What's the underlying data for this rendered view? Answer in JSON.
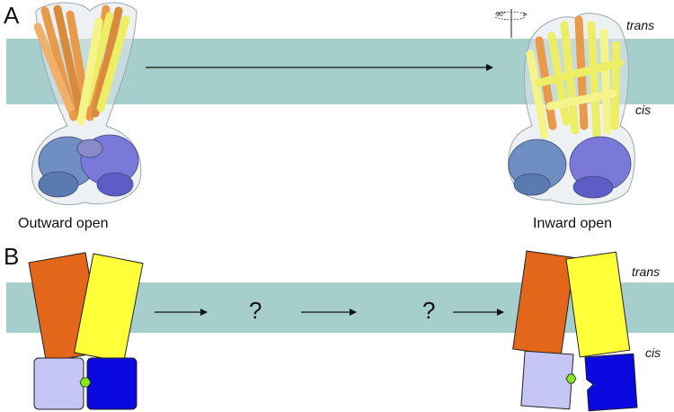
{
  "panel_a": {
    "label": "A",
    "trans_label": "trans",
    "cis_label": "cis",
    "rotation_label": "90°",
    "outward_label": "Outward open",
    "inward_label": "Inward open"
  },
  "panel_b": {
    "label": "B",
    "trans_label": "trans",
    "cis_label": "cis",
    "intermediate_marks": [
      "?",
      "?"
    ]
  },
  "colors": {
    "membrane": "#a6cecc",
    "tmd_orange": "#e3661a",
    "tmd_yellow": "#ffff3a",
    "nbd_lavender": "#c6c6f6",
    "nbd_blue": "#0a0ae0",
    "atp_green": "#86e61a",
    "helix_orange": "#e89a4a",
    "helix_yellow": "#eded66",
    "nbd_steel": "#6f8fc2",
    "nbd_violet": "#7a78d8"
  }
}
